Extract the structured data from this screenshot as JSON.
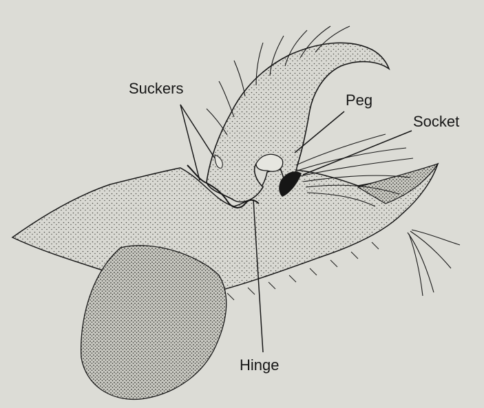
{
  "labels": {
    "suckers": "Suckers",
    "peg": "Peg",
    "socket": "Socket",
    "hinge": "Hinge"
  },
  "colors": {
    "background": "#dcdcd6",
    "ink": "#161616",
    "shading": "#4a4a44"
  }
}
